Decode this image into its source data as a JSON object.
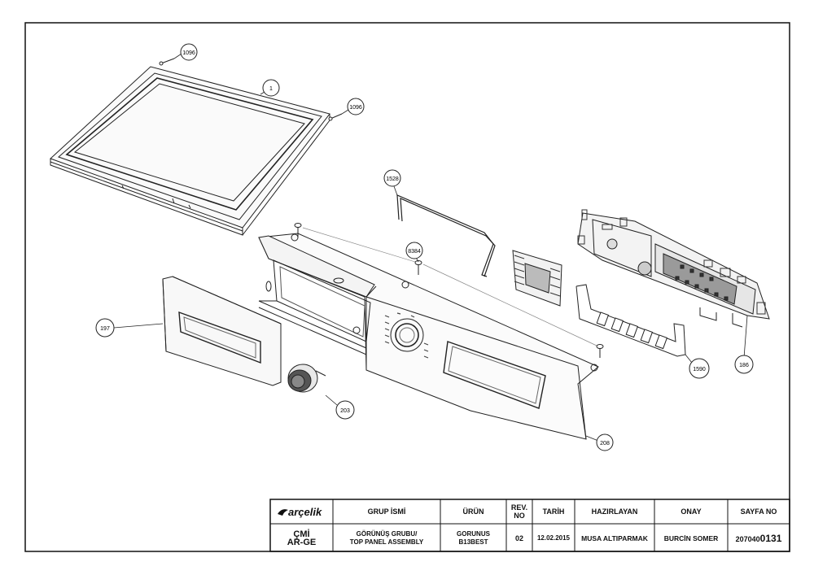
{
  "callouts": {
    "c1096a": "1096",
    "c1": "1",
    "c1096b": "1096",
    "c1528": "1528",
    "c8384": "8384",
    "c197": "197",
    "c203": "203",
    "c1590": "1590",
    "c186": "186",
    "c208": "208"
  },
  "title_block": {
    "logo": "arçelik",
    "header": {
      "group": "GRUP İSMİ",
      "product": "ÜRÜN",
      "rev": "REV. NO",
      "date": "TARİH",
      "prepared": "HAZIRLAYAN",
      "approval": "ONAY",
      "page": "SAYFA NO"
    },
    "org_line1": "ÇMİ",
    "org_line2": "AR-GE",
    "group_line1": "GÖRÜNÜŞ GRUBU/",
    "group_line2": "TOP PANEL ASSEMBLY",
    "product_line1": "GORUNUS",
    "product_line2": "B13BEST",
    "rev": "02",
    "date": "12.02.2015",
    "prepared": "MUSA ALTIPARMAK",
    "approval": "BURCİN SOMER",
    "page_prefix": "207040",
    "page_suffix": "0131"
  }
}
